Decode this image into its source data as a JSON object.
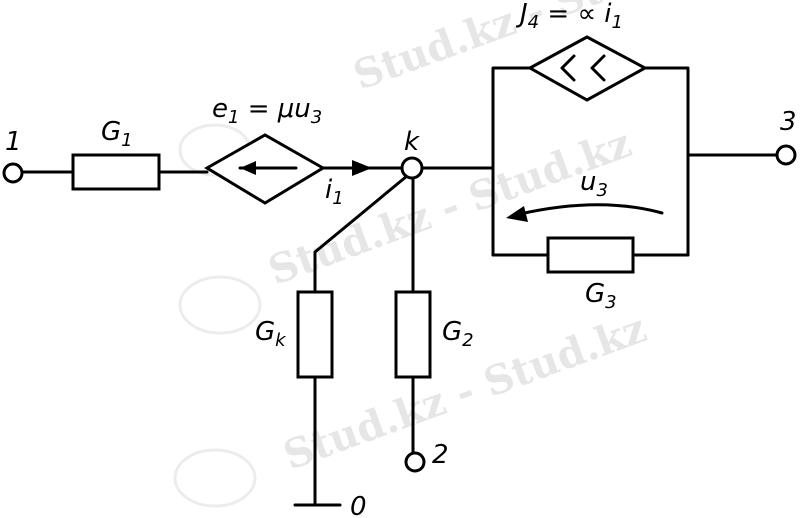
{
  "terminals": {
    "t1": "1",
    "t2": "2",
    "t3": "3",
    "t0": "0",
    "node_k": "k"
  },
  "labels": {
    "G1": {
      "main": "G",
      "sub": "1"
    },
    "Gk": {
      "main": "G",
      "sub": "k"
    },
    "G2": {
      "main": "G",
      "sub": "2"
    },
    "G3": {
      "main": "G",
      "sub": "3"
    },
    "i1": {
      "main": "i",
      "sub": "1"
    },
    "u3": {
      "main": "u",
      "sub": "3"
    },
    "e1_source": {
      "a": "e",
      "a_sub": "1",
      "mid": " = μu",
      "b_sub": "3"
    },
    "J4_source": {
      "a": "J",
      "a_sub": "4",
      "mid": " = ∝ i",
      "b_sub": "1"
    }
  },
  "watermark": {
    "text": "Stud.kz - Stud.kz"
  }
}
